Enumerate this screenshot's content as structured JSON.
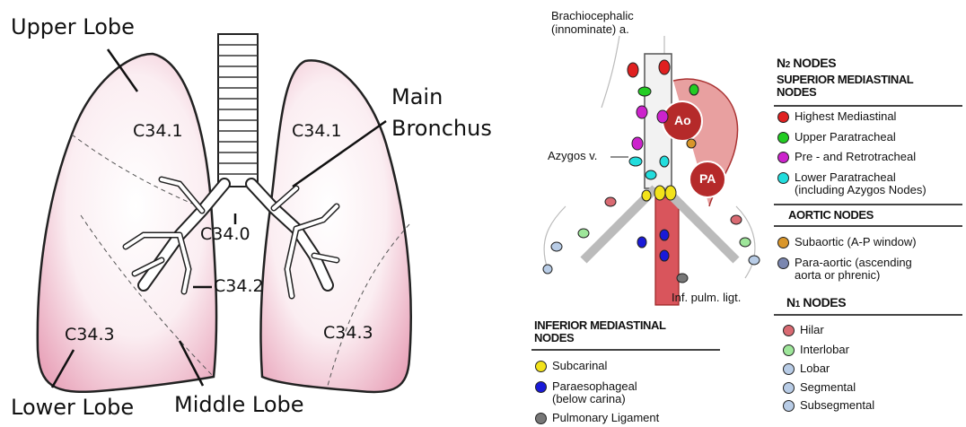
{
  "lung_diagram": {
    "labels": {
      "upper_lobe": "Upper Lobe",
      "main_bronchus_line1": "Main",
      "main_bronchus_line2": "Bronchus",
      "lower_lobe": "Lower Lobe",
      "middle_lobe": "Middle Lobe"
    },
    "codes": {
      "left_upper": "C34.1",
      "right_upper": "C34.1",
      "main": "C34.0",
      "middle": "C34.2",
      "left_lower": "C34.3",
      "right_lower": "C34.3"
    }
  },
  "mediastinum": {
    "labels": {
      "brachiocephalic": "Brachiocephalic\n(innominate) a.",
      "azygos": "Azygos v.",
      "inf_pulm": "Inf. pulm. ligt.",
      "ao": "Ao",
      "pa": "PA"
    }
  },
  "legend": {
    "n2": {
      "title_prefix": "N",
      "title_sub": "2",
      "title_rest": " NODES",
      "subtitle": "SUPERIOR MEDIASTINAL\nNODES",
      "items": [
        {
          "label": "Highest Mediastinal",
          "color": "#e02020"
        },
        {
          "label": "Upper Paratracheal",
          "color": "#22cc22"
        },
        {
          "label": "Pre - and Retrotracheal",
          "color": "#cc22cc"
        },
        {
          "label": "Lower Paratracheal\n(including Azygos Nodes)",
          "color": "#22dddd"
        }
      ]
    },
    "aortic": {
      "title": "AORTIC NODES",
      "items": [
        {
          "label": "Subaortic (A-P window)",
          "color": "#d9962a"
        },
        {
          "label": "Para-aortic (ascending\naorta or phrenic)",
          "color": "#7a86b0"
        }
      ]
    },
    "n1": {
      "title_prefix": "N",
      "title_sub": "1",
      "title_rest": " NODES",
      "items": [
        {
          "label": "Hilar",
          "color": "#d96a72"
        },
        {
          "label": "Interlobar",
          "color": "#9ee69a"
        },
        {
          "label": "Lobar",
          "color": "#b8cce6"
        },
        {
          "label": "Segmental",
          "color": "#b8cce6"
        },
        {
          "label": "Subsegmental",
          "color": "#b8cce6"
        }
      ]
    },
    "inferior": {
      "title": "INFERIOR MEDIASTINAL\nNODES",
      "items": [
        {
          "label": "Subcarinal",
          "color": "#f2e21a"
        },
        {
          "label": "Paraesophageal\n(below carina)",
          "color": "#1a1ad8"
        },
        {
          "label": "Pulmonary Ligament",
          "color": "#777777"
        }
      ]
    }
  }
}
